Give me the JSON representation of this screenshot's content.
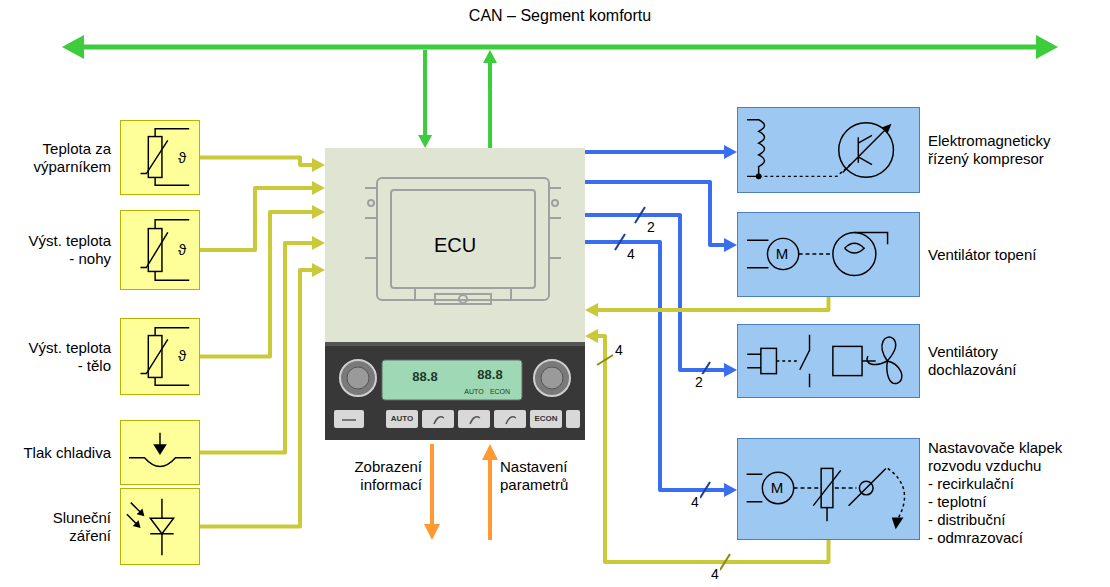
{
  "diagram": {
    "nodes": [
      {
        "text": [
          "CAN – Segment komfortu"
        ]
      },
      {
        "text": [
          "ECU"
        ]
      },
      {
        "text": [
          "Teplota za výparníkem"
        ]
      },
      {
        "text": [
          "Výst. teplota - nohy"
        ]
      },
      {
        "text": [
          "Výst. teplota - tělo"
        ]
      },
      {
        "text": [
          "Tlak chladiva"
        ]
      },
      {
        "text": [
          "Sluneční záření"
        ]
      },
      {
        "text": [
          "Elektromagneticky řízený kompresor"
        ]
      },
      {
        "text": [
          "Ventilátor topení"
        ]
      },
      {
        "text": [
          "Ventilátory dochlazování"
        ]
      },
      {
        "text": [
          "Nastavovače klapek rozvodu vzduchu",
          "- recirkulační",
          "- teplotní",
          "- distribuční",
          "- odmrazovací"
        ]
      }
    ],
    "edges": [
      {
        "from": 0,
        "to": 1,
        "arrow": "to"
      },
      {
        "from": 1,
        "to": 0,
        "arrow": "to"
      },
      {
        "from": 2,
        "to": 1,
        "arrow": "to"
      },
      {
        "from": 3,
        "to": 1,
        "arrow": "to"
      },
      {
        "from": 4,
        "to": 1,
        "arrow": "to"
      },
      {
        "from": 5,
        "to": 1,
        "arrow": "to"
      },
      {
        "from": 6,
        "to": 1,
        "arrow": "to"
      },
      {
        "from": 1,
        "to": 7,
        "arrow": "to"
      },
      {
        "from": 1,
        "to": 8,
        "arrow": "to"
      },
      {
        "from": 1,
        "to": 9,
        "arrow": "to",
        "label": "2"
      },
      {
        "from": 1,
        "to": 10,
        "arrow": "to",
        "label": "4"
      },
      {
        "from": 8,
        "to": 1,
        "arrow": "to"
      },
      {
        "from": 10,
        "to": 1,
        "arrow": "to",
        "label": "4"
      }
    ],
    "labels": [
      "ϑ",
      "ϑ",
      "ϑ",
      "M",
      "M",
      "88.8",
      "88.8",
      "AUTO",
      "ECON",
      "AUTO",
      "ECON",
      "2",
      "4",
      "4",
      "Zobrazení informací",
      "Nastavení parametrů"
    ]
  }
}
